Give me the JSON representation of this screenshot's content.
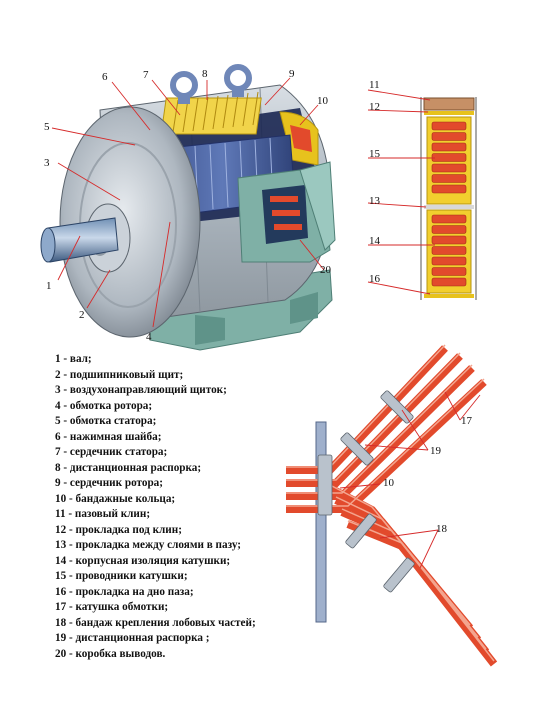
{
  "figure": {
    "callouts": {
      "motor": [
        "1",
        "2",
        "3",
        "4",
        "5",
        "6",
        "7",
        "8",
        "9",
        "10",
        "20"
      ],
      "slot": [
        "11",
        "12",
        "15",
        "13",
        "14",
        "16"
      ],
      "winding": [
        "17",
        "19",
        "10",
        "18"
      ]
    },
    "legend": [
      {
        "num": "1",
        "text": " - вал;"
      },
      {
        "num": "2",
        "text": " - подшипниковый  щит;"
      },
      {
        "num": "3",
        "text": " - воздухонаправляющий  щиток;"
      },
      {
        "num": "4",
        "text": " - обмотка   ротора;"
      },
      {
        "num": "5",
        "text": " - обмотка   статора;"
      },
      {
        "num": "6",
        "text": " - нажимная  шайба;"
      },
      {
        "num": "7",
        "text": " - сердечник   статора;"
      },
      {
        "num": "8",
        "text": " - дистанционная   распорка;"
      },
      {
        "num": "9",
        "text": " - сердечник   ротора;"
      },
      {
        "num": "10",
        "text": " - бандажные   кольца;"
      },
      {
        "num": "11",
        "text": " - пазовый  клин;"
      },
      {
        "num": "12",
        "text": " - прокладка   под   клин;"
      },
      {
        "num": "13",
        "text": " - прокладка   между   слоями  в  пазу;"
      },
      {
        "num": "14",
        "text": " - корпусная   изоляция   катушки;"
      },
      {
        "num": "15",
        "text": " - проводники   катушки;"
      },
      {
        "num": "16",
        "text": " - прокладка   на   дно   паза;"
      },
      {
        "num": "17",
        "text": " - катушка   обмотки;"
      },
      {
        "num": "18",
        "text": " - бандаж   крепления   лобовых   частей;"
      },
      {
        "num": "19",
        "text": " - дистанционная   распорка  ;"
      },
      {
        "num": "20",
        "text": " - коробка   выводов."
      }
    ]
  },
  "colors": {
    "housing": "#b3bcc4",
    "base": "#7fb0a6",
    "insulation": "#e7c21d",
    "conductor": "#e24a2c",
    "wedge": "#c69066",
    "leader": "#d62a2a"
  }
}
